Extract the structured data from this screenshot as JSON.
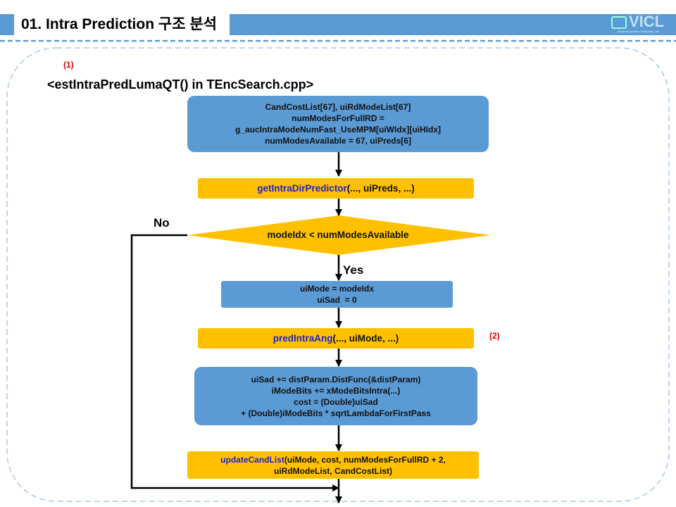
{
  "header": {
    "title": "01. Intra Prediction 구조 분석",
    "logo": "VICL",
    "logo_sub": "Visual Information Computing Lab"
  },
  "diagram": {
    "marker1": "(1)",
    "marker2": "(2)",
    "heading": "<estIntraPredLumaQT() in TEncSearch.cpp>",
    "init_box": [
      "CandCostList[67], uiRdModeList[67]",
      "numModesForFullRD =",
      "g_aucIntraModeNumFast_UseMPM[uiWIdx][uiHIdx]",
      "numModesAvailable = 67, uiPreds[6]"
    ],
    "step1": {
      "fn": "getIntraDirPredictor",
      "args": "(..., uiPreds, ...)"
    },
    "decision": "modeIdx < numModesAvailable",
    "no_label": "No",
    "yes_label": "Yes",
    "assign_box": [
      "uiMode = modeIdx",
      "uiSad  = 0"
    ],
    "step2": {
      "fn": "predIntraAng",
      "args": "(..., uiMode, ...)"
    },
    "cost_box": [
      "uiSad += distParam.DistFunc(&distParam)",
      "iModeBits += xModeBitsIntra(...)",
      "cost = (Double)uiSad",
      "+ (Double)iModeBits * sqrtLambdaForFirstPass"
    ],
    "step3": {
      "fn": "updateCandList",
      "args": "(uiMode, cost, numModesForFullRD + 2,",
      "line2": "uiRdModeList, CandCostList)"
    }
  }
}
